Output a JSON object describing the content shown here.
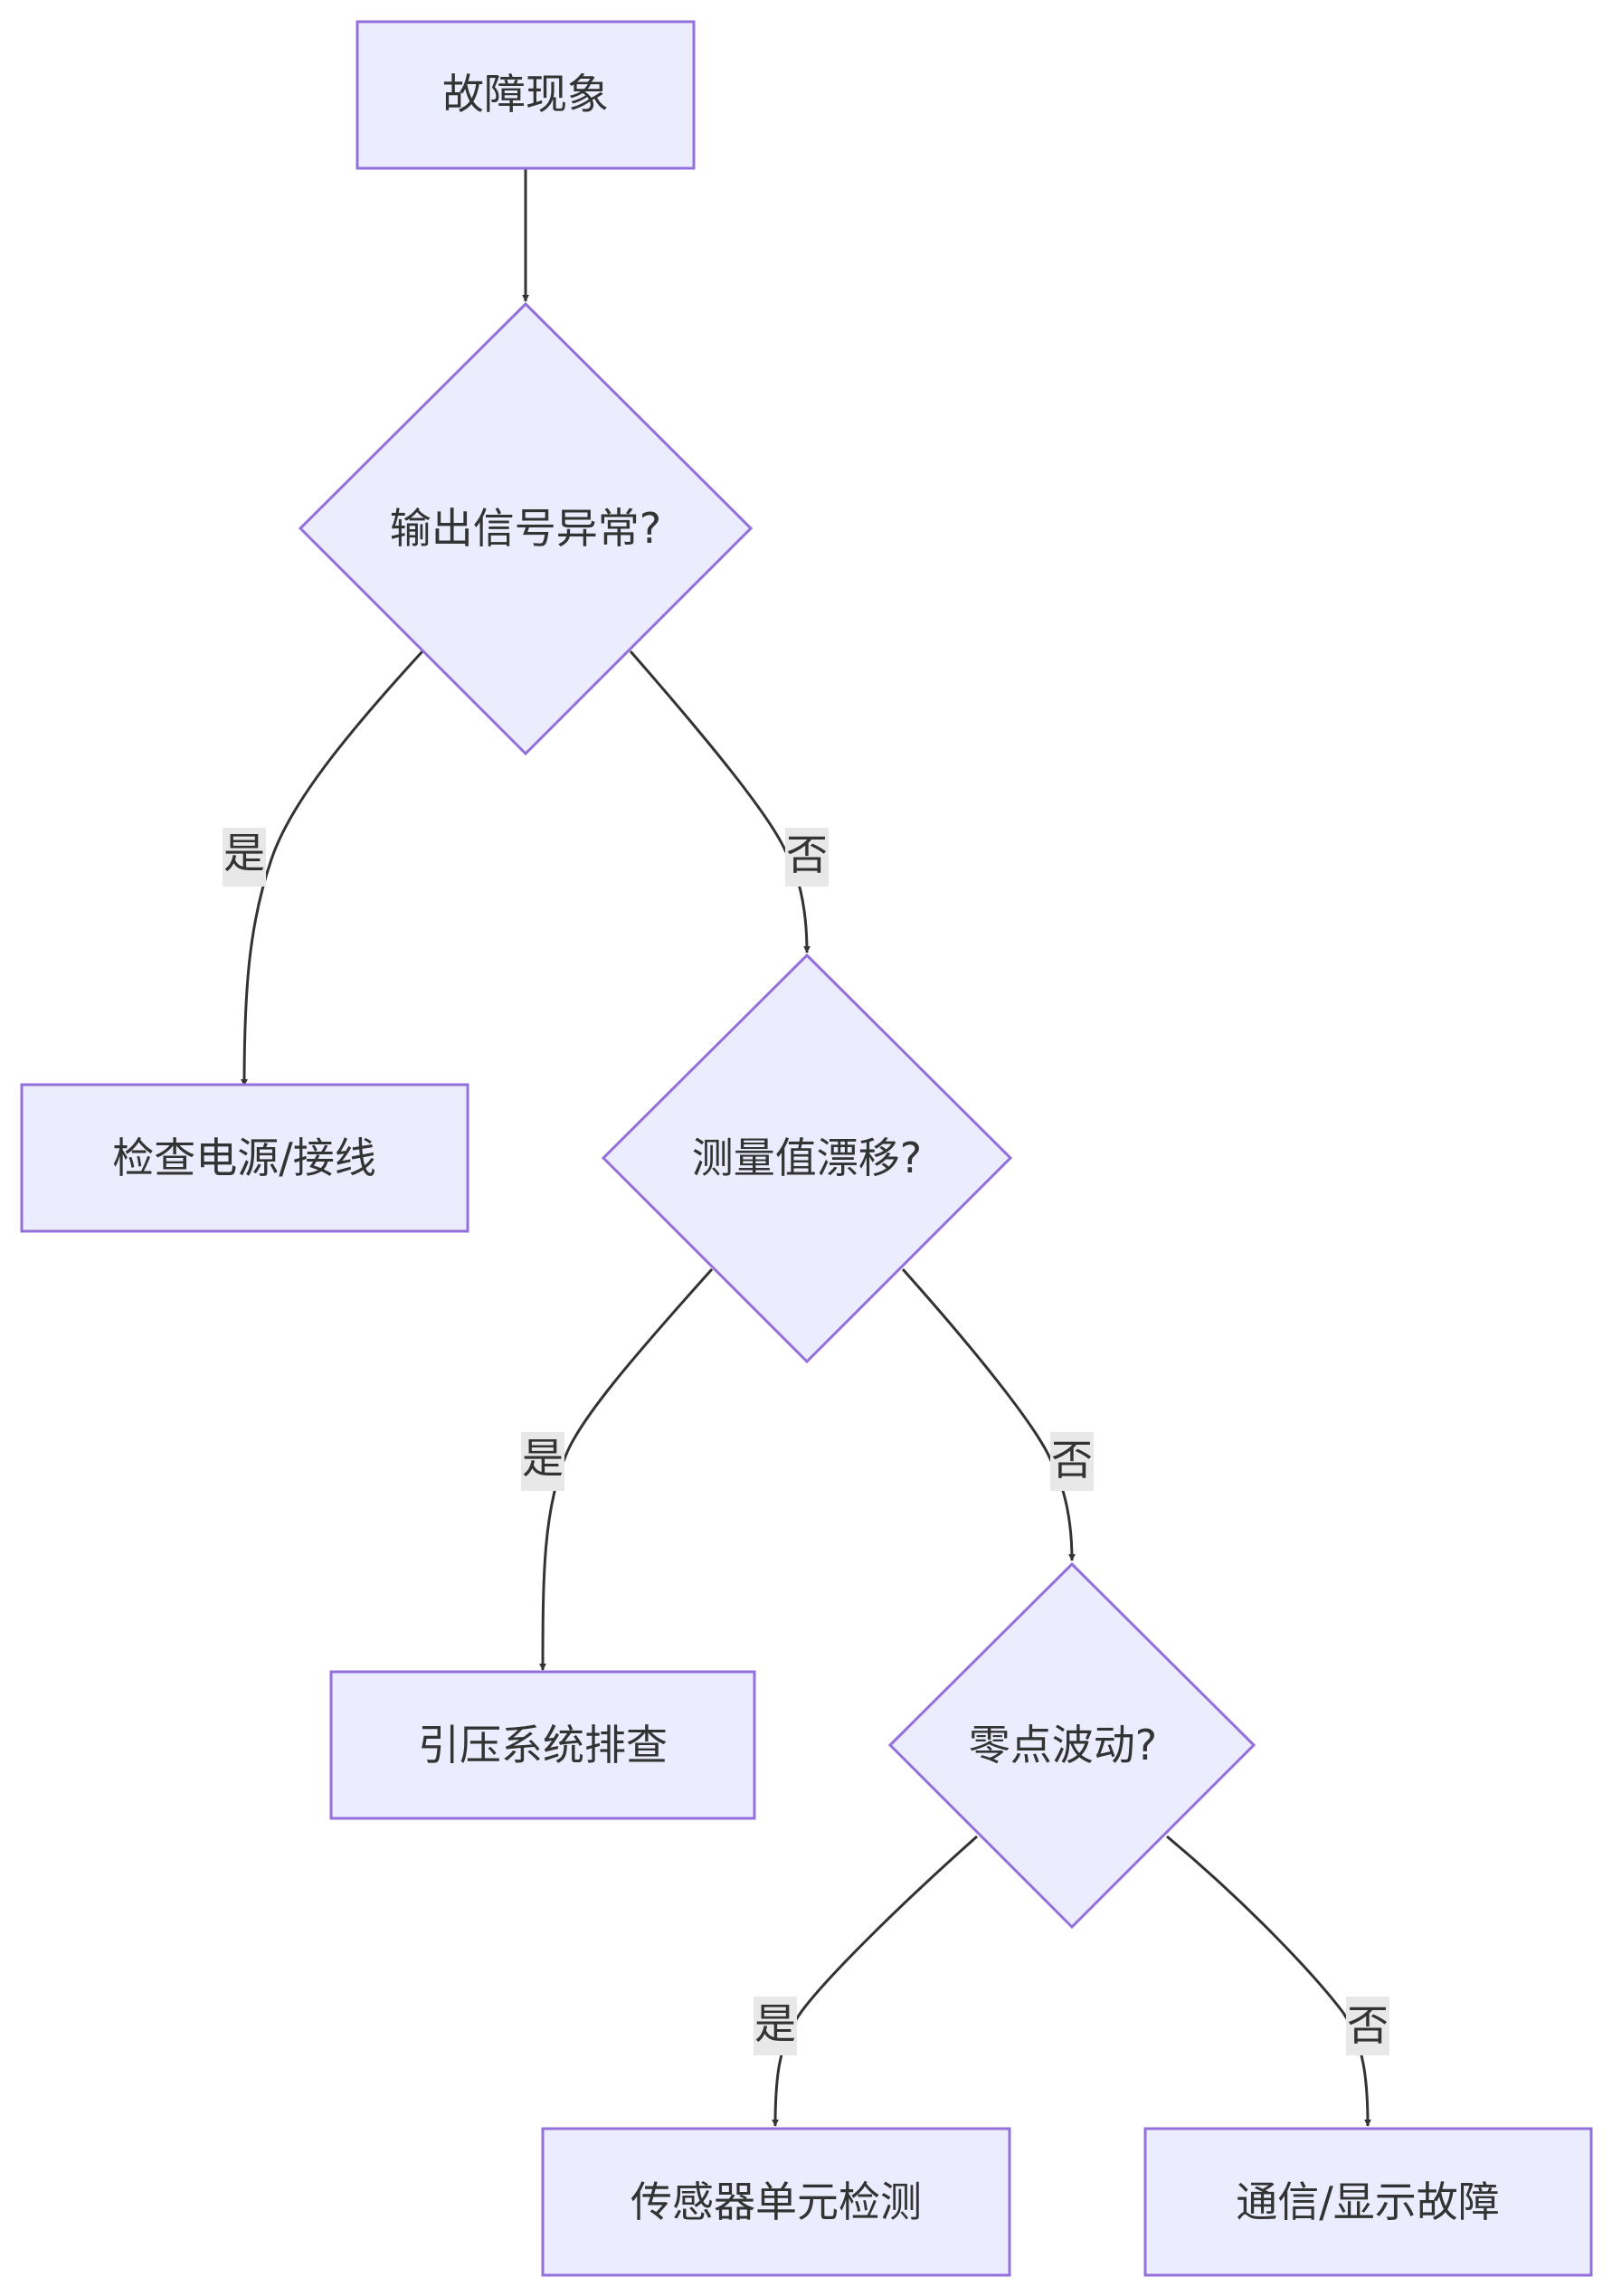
{
  "nodes": {
    "start": "故障现象",
    "q1": "输出信号异常?",
    "check_power": "检查电源/接线",
    "q2": "测量值漂移?",
    "pressure_system": "引压系统排查",
    "q3": "零点波动?",
    "sensor_unit": "传感器单元检测",
    "comm_display": "通信/显示故障"
  },
  "edges": {
    "q1_yes": "是",
    "q1_no": "否",
    "q2_yes": "是",
    "q2_no": "否",
    "q3_yes": "是",
    "q3_no": "否"
  },
  "colors": {
    "node_fill": "#ECECFF",
    "node_stroke": "#9370DB",
    "edge": "#333333",
    "label_bg": "#e8e8e8"
  }
}
